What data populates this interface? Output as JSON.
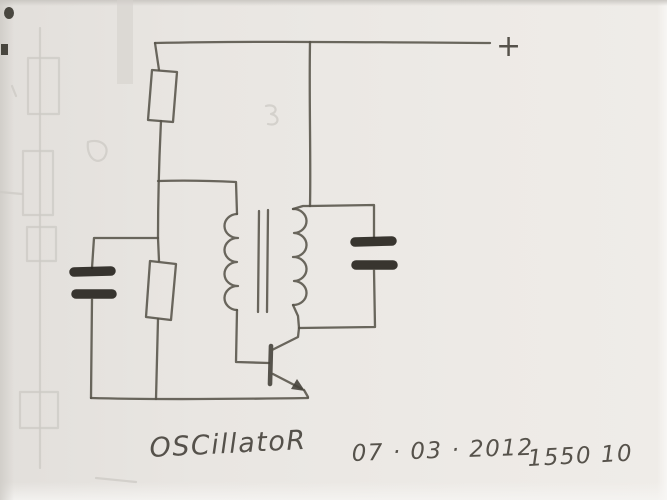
{
  "document": {
    "kind": "hand-drawn-circuit-schematic-scan",
    "circuit": "blocking oscillator with transformer feedback",
    "components_depicted": [
      "resistor",
      "resistor",
      "capacitor",
      "capacitor",
      "transformer",
      "npn-transistor"
    ]
  },
  "labels": {
    "title": "OSCillatoR",
    "date": "07 · 03 · 2012",
    "time": "1550 10",
    "supply_polarity": "+"
  },
  "colors": {
    "paper": "#eae7e3",
    "pencil": "#575349",
    "pencil_dark": "#28251f",
    "bleedthrough": "#d0cdc8"
  }
}
